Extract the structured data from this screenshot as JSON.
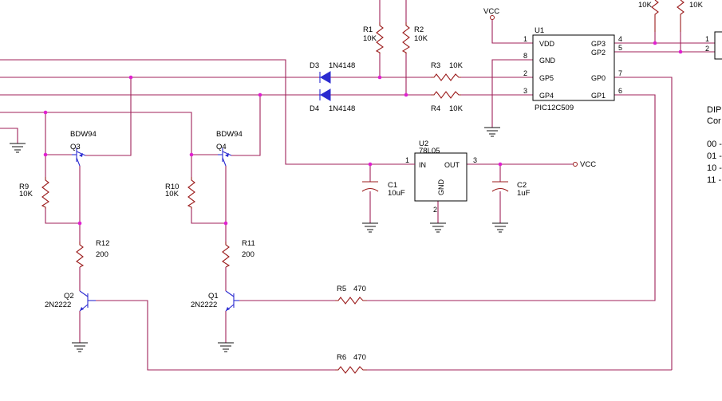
{
  "components": {
    "r1": {
      "ref": "R1",
      "value": "10K"
    },
    "r2": {
      "ref": "R2",
      "value": "10K"
    },
    "r3": {
      "ref": "R3",
      "value": "10K"
    },
    "r4": {
      "ref": "R4",
      "value": "10K"
    },
    "r5": {
      "ref": "R5",
      "value": "470"
    },
    "r6": {
      "ref": "R6",
      "value": "470"
    },
    "r9": {
      "ref": "R9",
      "value": "10K"
    },
    "r10": {
      "ref": "R10",
      "value": "10K"
    },
    "r11": {
      "ref": "R11",
      "value": "200"
    },
    "r12": {
      "ref": "R12",
      "value": "200"
    },
    "rtop1": {
      "value": "10K"
    },
    "rtop2": {
      "value": "10K"
    },
    "d3": {
      "ref": "D3",
      "value": "1N4148"
    },
    "d4": {
      "ref": "D4",
      "value": "1N4148"
    },
    "q1": {
      "ref": "Q1",
      "value": "2N2222"
    },
    "q2": {
      "ref": "Q2",
      "value": "2N2222"
    },
    "q3": {
      "ref": "Q3",
      "value": "BDW94"
    },
    "q4": {
      "ref": "Q4",
      "value": "BDW94"
    },
    "c1": {
      "ref": "C1",
      "value": "10uF"
    },
    "c2": {
      "ref": "C2",
      "value": "1uF"
    },
    "u1": {
      "ref": "U1",
      "part": "PIC12C509",
      "pins_left": [
        {
          "num": "1",
          "name": "VDD"
        },
        {
          "num": "8",
          "name": "GND"
        },
        {
          "num": "2",
          "name": "GP5"
        },
        {
          "num": "3",
          "name": "GP4"
        }
      ],
      "pins_right": [
        {
          "num": "4",
          "name": "GP3"
        },
        {
          "num": "5",
          "name": "GP2"
        },
        {
          "num": "7",
          "name": "GP0"
        },
        {
          "num": "6",
          "name": "GP1"
        }
      ]
    },
    "u2": {
      "ref": "U2",
      "part": "78L05",
      "pin_in": {
        "num": "1",
        "name": "IN"
      },
      "pin_out": {
        "num": "3",
        "name": "OUT"
      },
      "pin_gnd": {
        "num": "2",
        "name": "GND"
      }
    },
    "switch_pins": [
      "1",
      "2"
    ]
  },
  "nets": {
    "vcc_top": "VCC",
    "vcc_out": "VCC"
  },
  "side_text": {
    "line1": "DIP",
    "line2": "Cor",
    "rows": [
      "00 -",
      "01 -",
      "10 -",
      "11 -"
    ]
  },
  "colors": {
    "wire": "#a0225a",
    "component": "#9b1c1c",
    "semiconductor": "#2b2bd0",
    "junction": "#e020d0"
  }
}
